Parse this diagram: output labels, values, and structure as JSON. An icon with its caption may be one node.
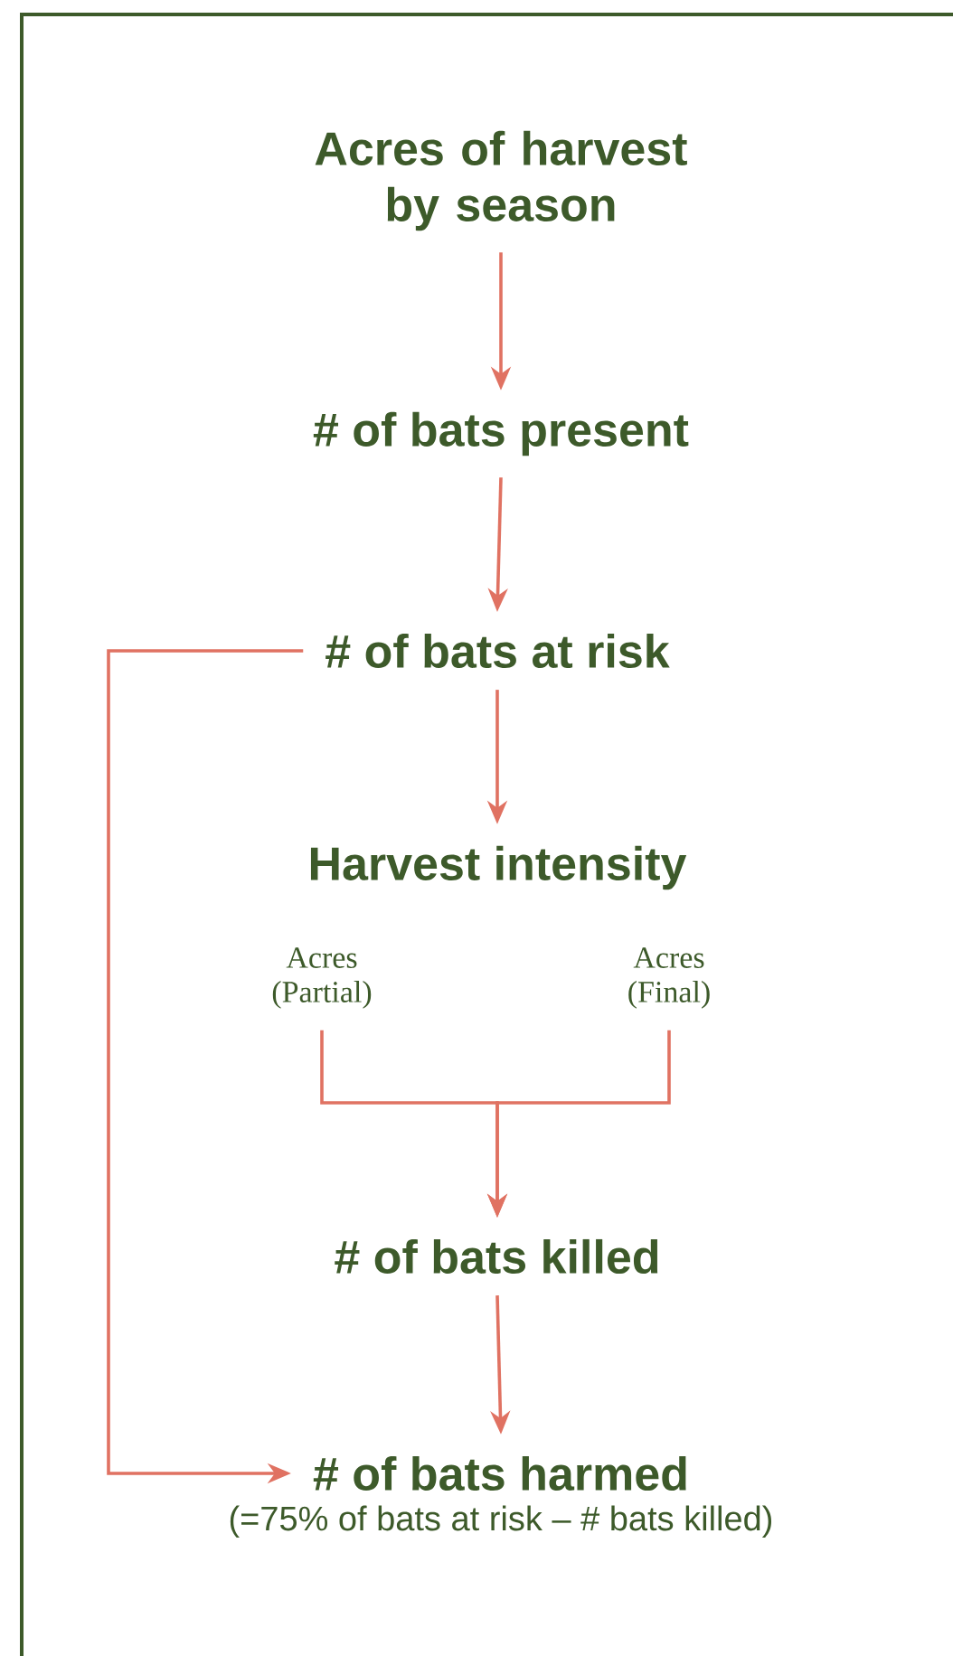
{
  "diagram": {
    "nodes": [
      {
        "text": [
          "Acres of harvest by season"
        ]
      },
      {
        "text": [
          "# of bats present"
        ]
      },
      {
        "text": [
          "# of bats at risk"
        ]
      },
      {
        "text": [
          "Harvest intensity"
        ]
      },
      {
        "text": [
          "Acres (Partial)"
        ]
      },
      {
        "text": [
          "Acres (Final)"
        ]
      },
      {
        "text": [
          "# of bats killed"
        ]
      },
      {
        "text": [
          "# of bats harmed",
          "(=75% of bats at risk – # bats killed)"
        ]
      }
    ],
    "edges": [
      {
        "from": 0,
        "to": 1,
        "arrow": "to"
      },
      {
        "from": 1,
        "to": 2,
        "arrow": "to"
      },
      {
        "from": 2,
        "to": 3,
        "arrow": "to"
      },
      {
        "from": 4,
        "to": 6,
        "arrow": "to"
      },
      {
        "from": 5,
        "to": 6,
        "arrow": "to"
      },
      {
        "from": 6,
        "to": 7,
        "arrow": "to"
      },
      {
        "from": 2,
        "to": 7,
        "arrow": "to"
      }
    ]
  }
}
